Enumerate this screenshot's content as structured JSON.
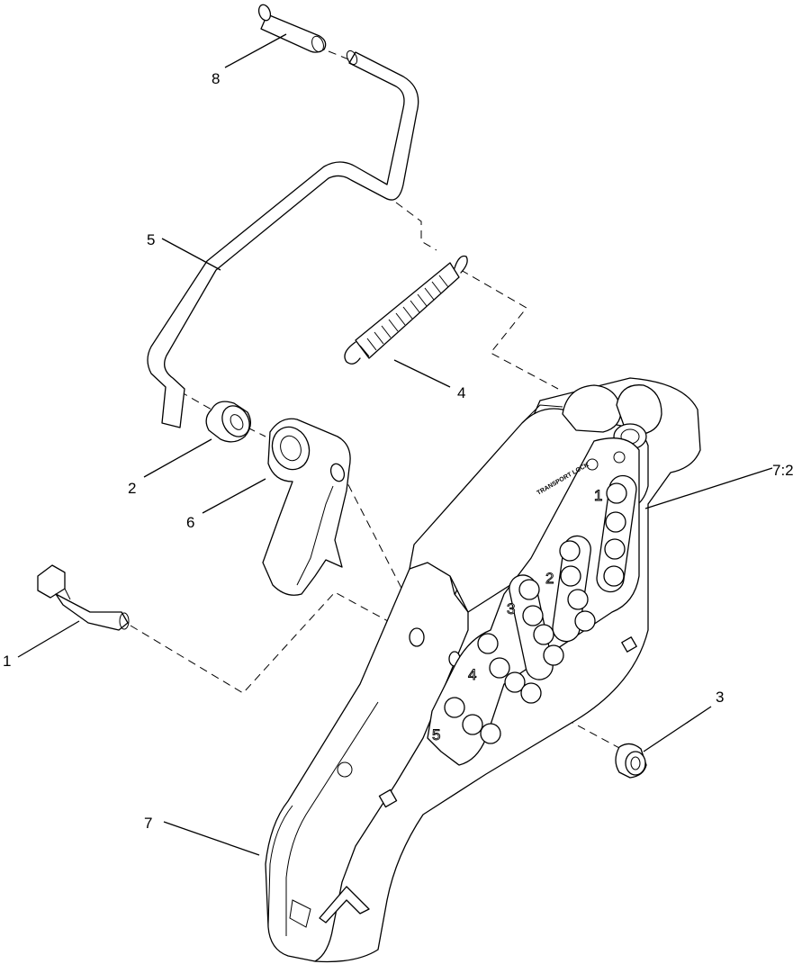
{
  "callouts": {
    "c1": "1",
    "c2": "2",
    "c3": "3",
    "c4": "4",
    "c5": "5",
    "c6": "6",
    "c7": "7",
    "c72": "7:2",
    "c8": "8"
  },
  "decal": {
    "title": "TRANSPORT LOCK",
    "groups": [
      "1",
      "2",
      "3",
      "4",
      "5"
    ]
  },
  "colors": {
    "line": "#000000",
    "background": "#ffffff"
  }
}
